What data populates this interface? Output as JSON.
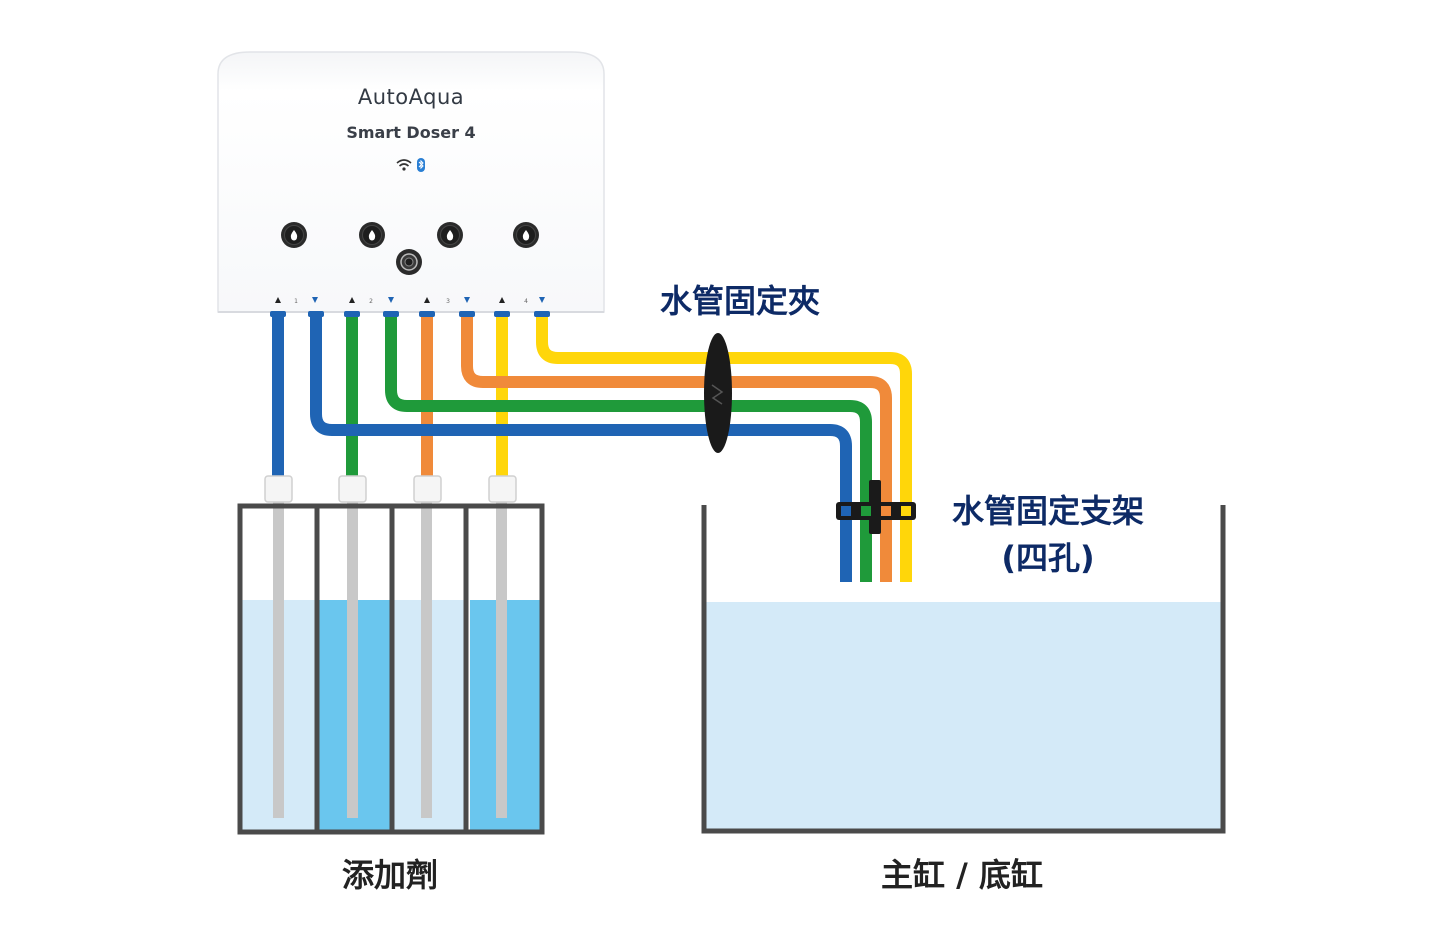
{
  "device": {
    "brand": "AutoAqua",
    "model": "Smart Doser 4",
    "port_numbers": [
      "1",
      "2",
      "3",
      "4"
    ]
  },
  "labels": {
    "tube_clip": "水管固定夾",
    "tube_holder_line1": "水管固定支架",
    "tube_holder_line2": "(四孔)",
    "additives": "添加劑",
    "main_tank": "主缸 / 底缸"
  },
  "colors": {
    "channel_1": "#1f64b4",
    "channel_2": "#1f9a3a",
    "channel_3": "#f08a3a",
    "channel_4": "#ffd60a",
    "water_light": "#d4eaf8",
    "water_dark": "#6ac6ee",
    "container_outline": "#4a4a4a"
  },
  "icons": [
    "wifi-icon",
    "bluetooth-icon",
    "drop-icon"
  ]
}
